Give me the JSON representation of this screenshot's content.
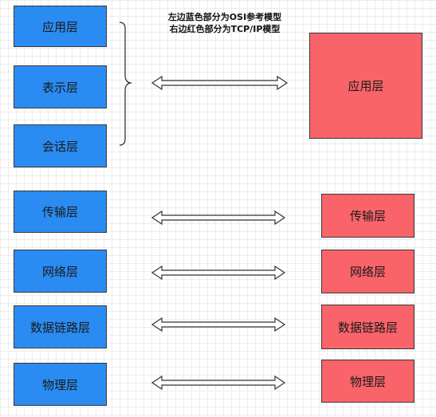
{
  "caption": {
    "line1": "左边蓝色部分为OSI参考模型",
    "line2": "右边红色部分为TCP/IP模型"
  },
  "osi_layers": [
    {
      "label": "应用层"
    },
    {
      "label": "表示层"
    },
    {
      "label": "会话层"
    },
    {
      "label": "传输层"
    },
    {
      "label": "网络层"
    },
    {
      "label": "数据链路层"
    },
    {
      "label": "物理层"
    }
  ],
  "tcpip_layers": [
    {
      "label": "应用层"
    },
    {
      "label": "传输层"
    },
    {
      "label": "网络层"
    },
    {
      "label": "数据链路层"
    },
    {
      "label": "物理层"
    }
  ],
  "colors": {
    "osi": "#2a8cf2",
    "tcpip": "#f8646a"
  }
}
